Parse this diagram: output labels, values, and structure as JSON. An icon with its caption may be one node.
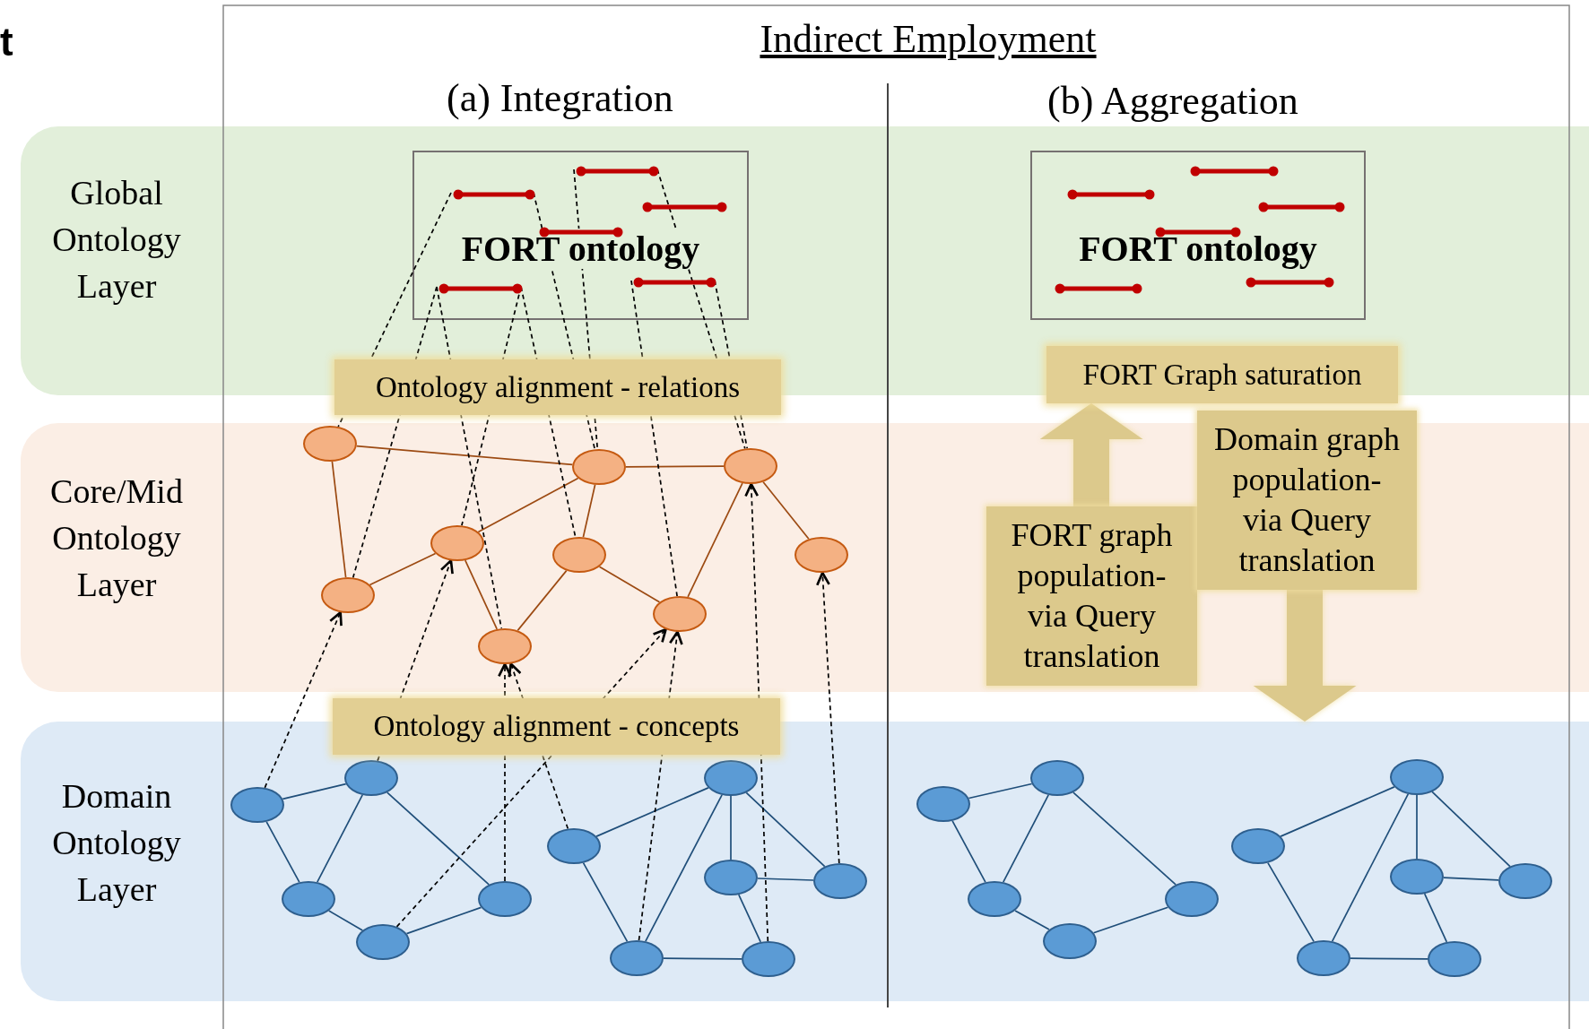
{
  "diagram": {
    "title": "Indirect Employment",
    "nodes": [
      {
        "text": [
          "Global Ontology Layer"
        ]
      },
      {
        "text": [
          "FORT ontology"
        ],
        "in": 0
      },
      {
        "text": [],
        "shape": "bar",
        "in": 1
      },
      {
        "text": [],
        "shape": "bar",
        "in": 1
      },
      {
        "text": [],
        "shape": "bar",
        "in": 1
      },
      {
        "text": [],
        "shape": "bar",
        "in": 1
      },
      {
        "text": [],
        "shape": "bar",
        "in": 1
      },
      {
        "text": [],
        "shape": "bar",
        "in": 1
      },
      {
        "text": [
          "FORT ontology"
        ],
        "in": 0
      },
      {
        "text": [],
        "shape": "bar",
        "in": 8
      },
      {
        "text": [],
        "shape": "bar",
        "in": 8
      },
      {
        "text": [],
        "shape": "bar",
        "in": 8
      },
      {
        "text": [],
        "shape": "bar",
        "in": 8
      },
      {
        "text": [],
        "shape": "bar",
        "in": 8
      },
      {
        "text": [],
        "shape": "bar",
        "in": 8
      },
      {
        "text": [
          "FORT Graph saturation"
        ]
      },
      {
        "text": [
          "Core/Mid Ontology Layer"
        ]
      },
      {
        "text": [],
        "shape": "circle",
        "in": 16
      },
      {
        "text": [],
        "shape": "circle",
        "in": 16
      },
      {
        "text": [],
        "shape": "circle",
        "in": 16
      },
      {
        "text": [],
        "shape": "circle",
        "in": 16
      },
      {
        "text": [],
        "shape": "circle",
        "in": 16
      },
      {
        "text": [],
        "shape": "circle",
        "in": 16
      },
      {
        "text": [],
        "shape": "circle",
        "in": 16
      },
      {
        "text": [],
        "shape": "circle",
        "in": 16
      },
      {
        "text": [],
        "shape": "circle",
        "in": 16
      },
      {
        "text": [
          "FORT graph population- via Query translation"
        ],
        "in": 16
      },
      {
        "text": [
          "Domain graph population- via Query translation"
        ],
        "in": 16
      },
      {
        "text": [
          "Domain Ontology Layer"
        ]
      },
      {
        "text": [],
        "shape": "circle",
        "in": 28
      },
      {
        "text": [],
        "shape": "circle",
        "in": 28
      },
      {
        "text": [],
        "shape": "circle",
        "in": 28
      },
      {
        "text": [],
        "shape": "circle",
        "in": 28
      },
      {
        "text": [],
        "shape": "circle",
        "in": 28
      },
      {
        "text": [],
        "shape": "circle",
        "in": 28
      },
      {
        "text": [],
        "shape": "circle",
        "in": 28
      },
      {
        "text": [],
        "shape": "circle",
        "in": 28
      },
      {
        "text": [],
        "shape": "circle",
        "in": 28
      },
      {
        "text": [],
        "shape": "circle",
        "in": 28
      },
      {
        "text": [],
        "shape": "circle",
        "in": 28
      },
      {
        "text": [],
        "shape": "circle",
        "in": 28
      },
      {
        "text": [],
        "shape": "circle",
        "in": 28
      },
      {
        "text": [],
        "shape": "circle",
        "in": 28
      },
      {
        "text": [],
        "shape": "circle",
        "in": 28
      },
      {
        "text": [],
        "shape": "circle",
        "in": 28
      },
      {
        "text": [],
        "shape": "circle",
        "in": 28
      },
      {
        "text": [],
        "shape": "circle",
        "in": 28
      },
      {
        "text": [],
        "shape": "circle",
        "in": 28
      },
      {
        "text": [],
        "shape": "circle",
        "in": 28
      },
      {
        "text": [],
        "shape": "circle",
        "in": 28
      },
      {
        "text": [],
        "shape": "circle",
        "in": 28
      }
    ],
    "edges": [
      {
        "from": 17,
        "to": 18,
        "arrow": "none",
        "color": "#9c4a12"
      },
      {
        "from": 17,
        "to": 23,
        "arrow": "none",
        "color": "#9c4a12"
      },
      {
        "from": 18,
        "to": 19,
        "arrow": "none",
        "color": "#9c4a12"
      },
      {
        "from": 18,
        "to": 20,
        "arrow": "none",
        "color": "#9c4a12"
      },
      {
        "from": 20,
        "to": 23,
        "arrow": "none",
        "color": "#9c4a12"
      },
      {
        "from": 18,
        "to": 21,
        "arrow": "none",
        "color": "#9c4a12"
      },
      {
        "from": 20,
        "to": 25,
        "arrow": "none",
        "color": "#9c4a12"
      },
      {
        "from": 21,
        "to": 25,
        "arrow": "none",
        "color": "#9c4a12"
      },
      {
        "from": 21,
        "to": 24,
        "arrow": "none",
        "color": "#9c4a12"
      },
      {
        "from": 24,
        "to": 19,
        "arrow": "none",
        "color": "#9c4a12"
      },
      {
        "from": 19,
        "to": 22,
        "arrow": "none",
        "color": "#9c4a12"
      },
      {
        "from": 29,
        "to": 30,
        "arrow": "none"
      },
      {
        "from": 29,
        "to": 31,
        "arrow": "none"
      },
      {
        "from": 30,
        "to": 31,
        "arrow": "none"
      },
      {
        "from": 30,
        "to": 32,
        "arrow": "none"
      },
      {
        "from": 31,
        "to": 33,
        "arrow": "none"
      },
      {
        "from": 33,
        "to": 32,
        "arrow": "none"
      },
      {
        "from": 34,
        "to": 35,
        "arrow": "none"
      },
      {
        "from": 34,
        "to": 38,
        "arrow": "none"
      },
      {
        "from": 34,
        "to": 36,
        "arrow": "none"
      },
      {
        "from": 34,
        "to": 37,
        "arrow": "none"
      },
      {
        "from": 35,
        "to": 38,
        "arrow": "none"
      },
      {
        "from": 36,
        "to": 37,
        "arrow": "none"
      },
      {
        "from": 36,
        "to": 39,
        "arrow": "none"
      },
      {
        "from": 38,
        "to": 39,
        "arrow": "none"
      },
      {
        "from": 40,
        "to": 41,
        "arrow": "none"
      },
      {
        "from": 40,
        "to": 42,
        "arrow": "none"
      },
      {
        "from": 41,
        "to": 42,
        "arrow": "none"
      },
      {
        "from": 41,
        "to": 43,
        "arrow": "none"
      },
      {
        "from": 42,
        "to": 44,
        "arrow": "none"
      },
      {
        "from": 44,
        "to": 43,
        "arrow": "none"
      },
      {
        "from": 45,
        "to": 46,
        "arrow": "none"
      },
      {
        "from": 45,
        "to": 49,
        "arrow": "none"
      },
      {
        "from": 45,
        "to": 47,
        "arrow": "none"
      },
      {
        "from": 45,
        "to": 48,
        "arrow": "none"
      },
      {
        "from": 46,
        "to": 49,
        "arrow": "none"
      },
      {
        "from": 47,
        "to": 48,
        "arrow": "none"
      },
      {
        "from": 47,
        "to": 50,
        "arrow": "none"
      },
      {
        "from": 49,
        "to": 50,
        "arrow": "none"
      },
      {
        "from": 29,
        "to": 23,
        "arrow": "to",
        "style": "dashed",
        "color": "#000000"
      },
      {
        "from": 30,
        "to": 20,
        "arrow": "to",
        "style": "dashed",
        "color": "#000000"
      },
      {
        "from": 32,
        "to": 25,
        "arrow": "to",
        "style": "dashed",
        "color": "#000000"
      },
      {
        "from": 33,
        "to": 24,
        "arrow": "to",
        "style": "dashed",
        "color": "#000000"
      },
      {
        "from": 35,
        "to": 25,
        "arrow": "to",
        "style": "dashed",
        "color": "#000000"
      },
      {
        "from": 38,
        "to": 24,
        "arrow": "to",
        "style": "dashed",
        "color": "#000000"
      },
      {
        "from": 39,
        "to": 19,
        "arrow": "to",
        "style": "dashed",
        "color": "#000000"
      },
      {
        "from": 37,
        "to": 22,
        "arrow": "to",
        "style": "dashed",
        "color": "#000000"
      },
      {
        "from": 3,
        "to": 17,
        "arrow": "none",
        "style": "dashed",
        "color": "#000000"
      },
      {
        "from": 3,
        "to": 18,
        "arrow": "none",
        "style": "dashed",
        "color": "#000000"
      },
      {
        "from": 2,
        "to": 18,
        "arrow": "none",
        "style": "dashed",
        "color": "#000000"
      },
      {
        "from": 2,
        "to": 19,
        "arrow": "none",
        "style": "dashed",
        "color": "#000000"
      },
      {
        "from": 7,
        "to": 23,
        "arrow": "none",
        "style": "dashed",
        "color": "#000000"
      },
      {
        "from": 7,
        "to": 25,
        "arrow": "none",
        "style": "dashed",
        "color": "#000000"
      },
      {
        "from": 7,
        "to": 20,
        "arrow": "none",
        "style": "dashed",
        "color": "#000000"
      },
      {
        "from": 7,
        "to": 21,
        "arrow": "none",
        "style": "dashed",
        "color": "#000000"
      },
      {
        "from": 6,
        "to": 24,
        "arrow": "none",
        "style": "dashed",
        "color": "#000000"
      },
      {
        "from": 6,
        "to": 19,
        "arrow": "none",
        "style": "dashed",
        "color": "#000000"
      },
      {
        "from": 26,
        "to": 15,
        "arrow": "to",
        "style": "thick",
        "color": "#dcc98c"
      },
      {
        "from": 27,
        "to": 28,
        "arrow": "to",
        "style": "thick",
        "color": "#dcc98c"
      }
    ],
    "labels": [
      "t",
      "(a) Integration",
      "(b) Aggregation",
      "Ontology alignment - relations",
      "Ontology alignment - concepts"
    ]
  }
}
